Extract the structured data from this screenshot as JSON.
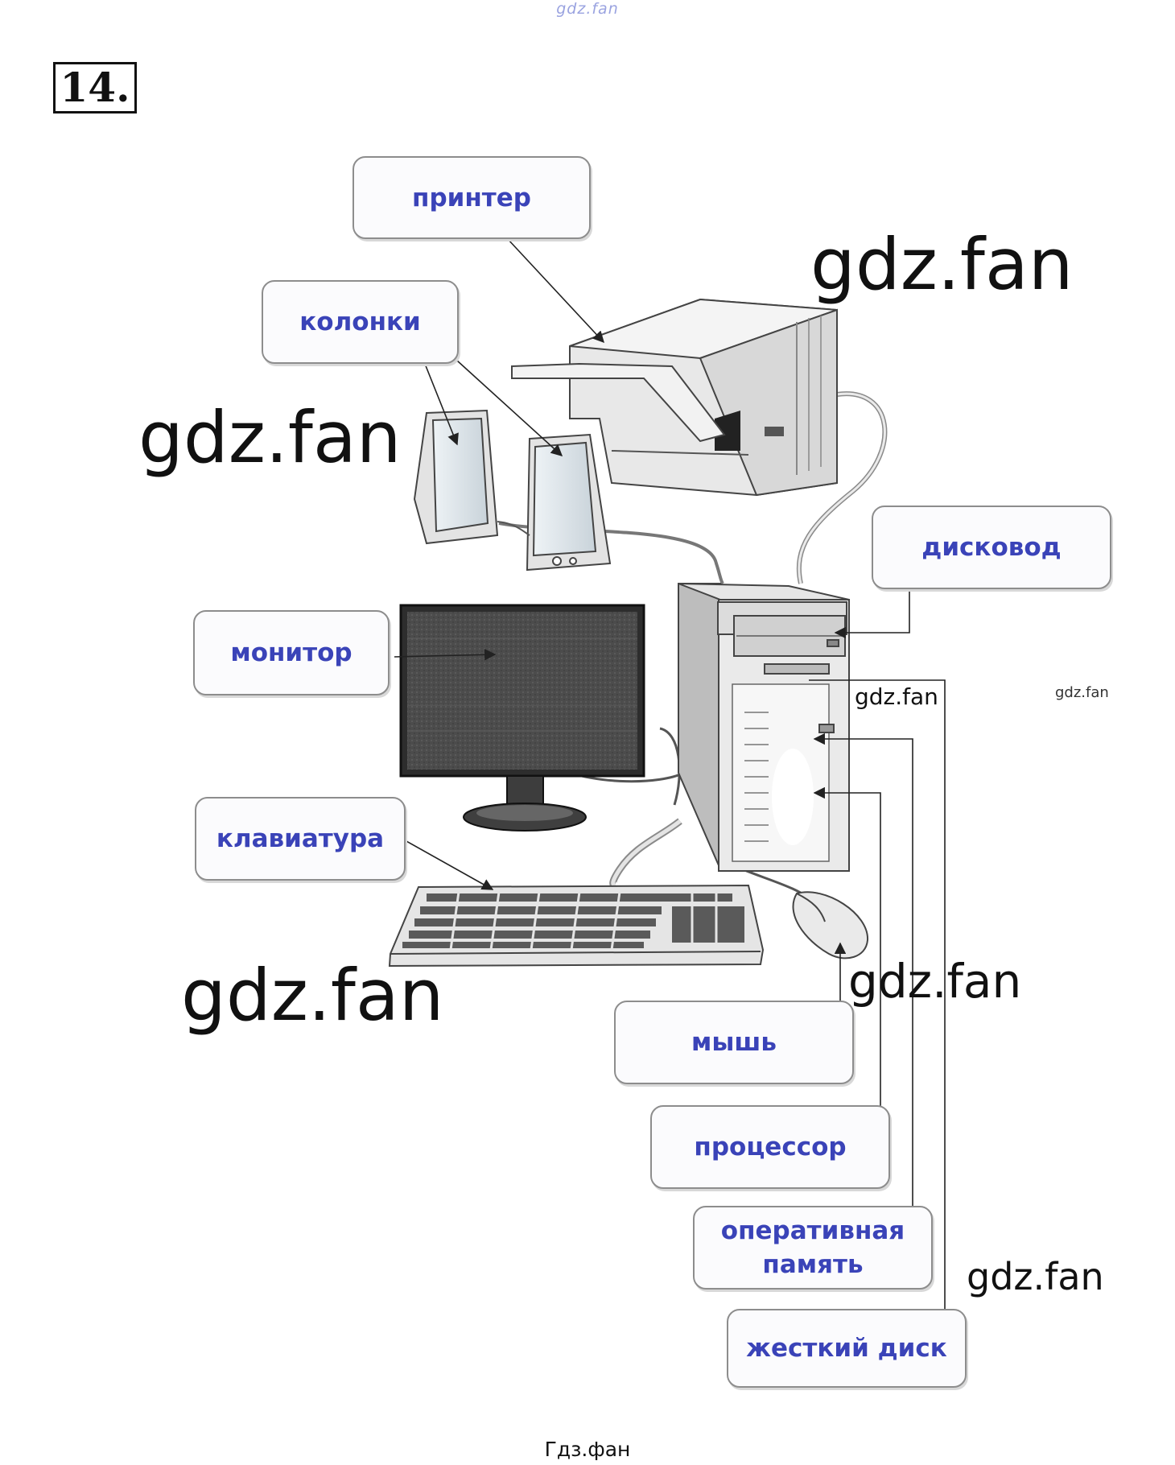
{
  "header": {
    "task_number": "14.",
    "top_watermark": "gdz.fan"
  },
  "labels": {
    "printer": "принтер",
    "speakers": "колонки",
    "disk_drive": "дисковод",
    "monitor": "монитор",
    "keyboard": "клавиатура",
    "mouse": "мышь",
    "processor": "процессор",
    "ram": "оперативная память",
    "hard_disk": "жесткий диск"
  },
  "watermarks": {
    "w1": "gdz.fan",
    "w2": "gdz.fan",
    "w3": "gdz.fan",
    "w4": "gdz.fan",
    "w5": "gdz.fan",
    "w6": "gdz.fan",
    "w7": "gdz.fan"
  },
  "footer": "Гдз.фан",
  "colors": {
    "label_text": "#3a43b8",
    "label_border": "#8d8d8d",
    "device_body": "#e9e9e9",
    "screen": "#4a4a4a"
  }
}
